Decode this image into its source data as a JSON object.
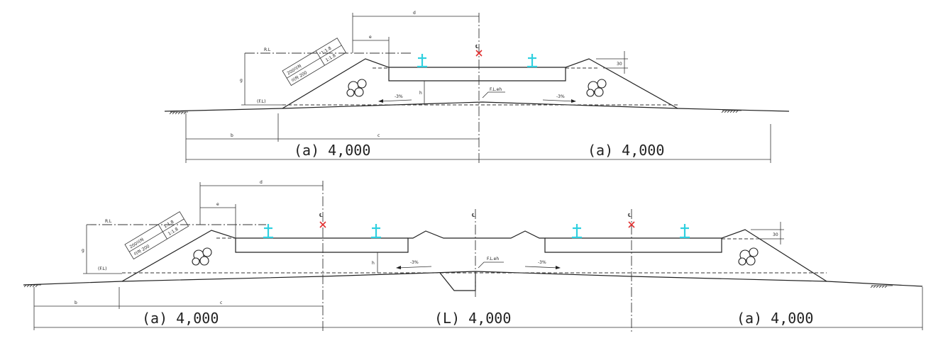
{
  "diagrams": [
    {
      "id": "single-track",
      "spans": [
        "(a) 4,000",
        "(a) 4,000"
      ],
      "dims": {
        "b": "b",
        "c": "c",
        "d": "d",
        "e": "e",
        "h": "h",
        "g": "g",
        "s": "30"
      },
      "labels": {
        "rl": "R.L",
        "fl": "(F.L)",
        "fleh": "F.L.eh",
        "slope_left": "-3%",
        "slope_right": "-3%",
        "cl": "℄"
      },
      "table": [
        [
          "200이하",
          "1:1.8"
        ],
        [
          "이하 200",
          "1:1.8"
        ]
      ]
    },
    {
      "id": "double-track",
      "spans": [
        "(a) 4,000",
        "(L) 4,000",
        "(a) 4,000"
      ],
      "dims": {
        "b": "b",
        "c": "c",
        "d": "d",
        "e": "e",
        "h": "h",
        "g": "g",
        "s": "30"
      },
      "labels": {
        "rl": "R.L",
        "fl": "(F.L)",
        "fleh": "F.L.eh",
        "slope_left": "-3%",
        "slope_right": "-3%",
        "cl": "℄"
      },
      "table": [
        [
          "200이하",
          "1:1.8"
        ],
        [
          "이하 200",
          "1:1.8"
        ]
      ]
    }
  ],
  "colors": {
    "rail": "#2fd0e0",
    "track_center": "#e03030",
    "line": "#222222"
  },
  "icons": [
    "rail-icon",
    "track-center-x-icon",
    "ballast-stone-icon",
    "ground-hatch-icon"
  ]
}
